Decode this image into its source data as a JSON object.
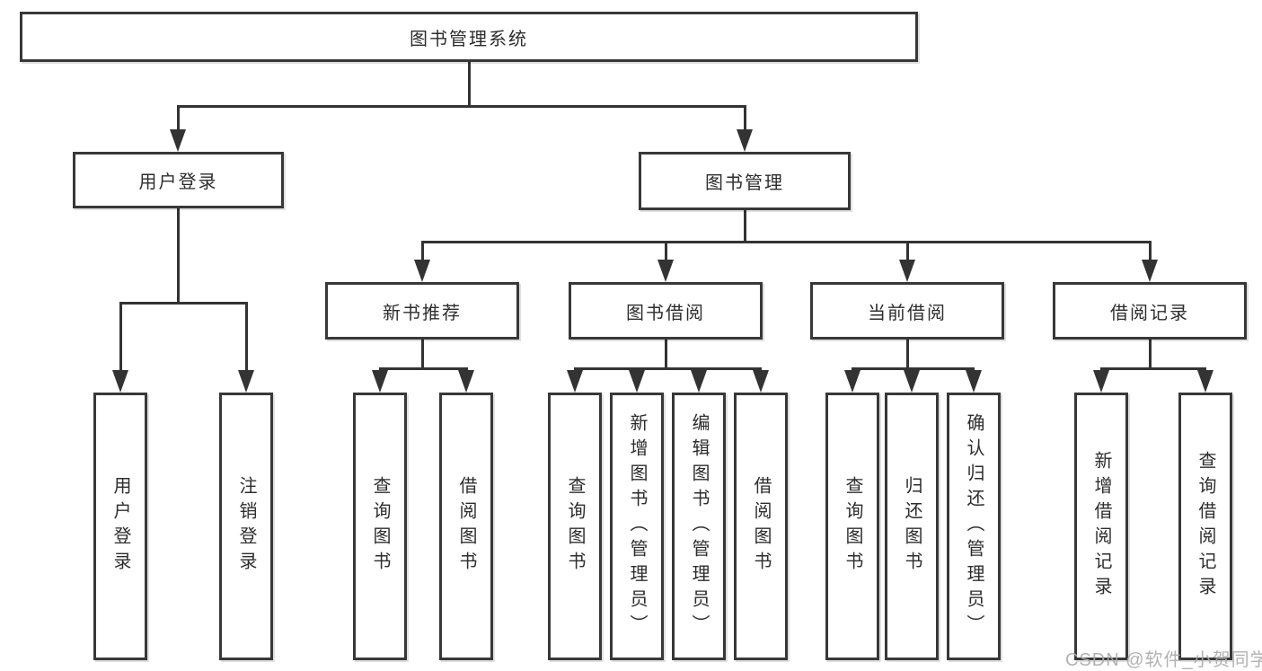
{
  "tree": {
    "root": {
      "label": "图书管理系统"
    },
    "branches": [
      {
        "label": "用户登录",
        "children": [
          "用户登录",
          "注销登录"
        ]
      },
      {
        "label": "图书管理",
        "children": [
          {
            "label": "新书推荐",
            "children": [
              "查询图书",
              "借阅图书"
            ]
          },
          {
            "label": "图书借阅",
            "children": [
              "查询图书",
              "新增图书（管理员）",
              "编辑图书（管理员）",
              "借阅图书"
            ]
          },
          {
            "label": "当前借阅",
            "children": [
              "查询图书",
              "归还图书",
              "确认归还（管理员）"
            ]
          },
          {
            "label": "借阅记录",
            "children": [
              "新增借阅记录",
              "查询借阅记录"
            ]
          }
        ]
      }
    ]
  },
  "watermark": "CSDN @软件_小贺同学",
  "colors": {
    "background": "#ffffff",
    "line": "#333333",
    "box_border": "#383838",
    "text": "#2d2d2d",
    "watermark": "#aaaaaa"
  }
}
